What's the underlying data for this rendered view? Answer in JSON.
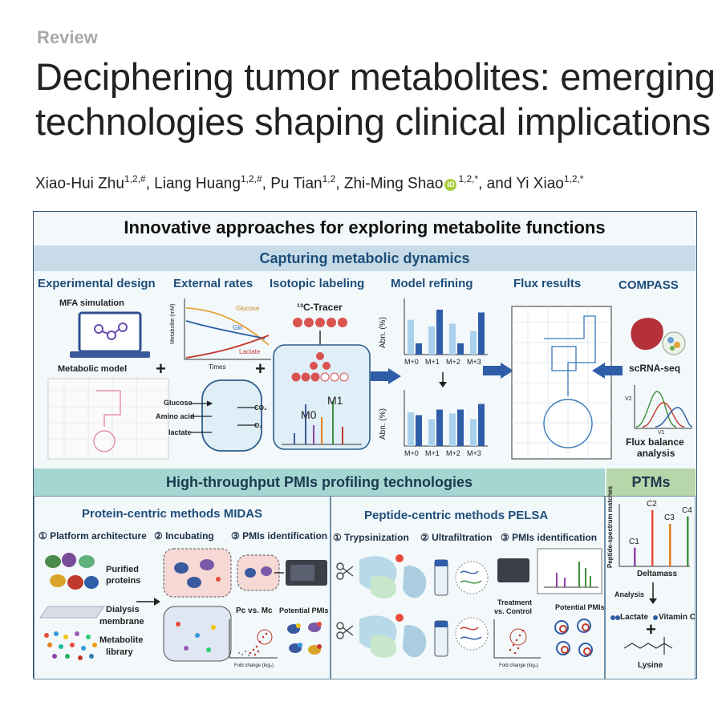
{
  "article": {
    "kind": "Review",
    "title_line1": "Deciphering tumor metabolites: emerging",
    "title_line2": "technologies shaping clinical implications",
    "authors": [
      {
        "name": "Xiao-Hui Zhu",
        "sup": "1,2,#",
        "sep": ", "
      },
      {
        "name": "Liang Huang",
        "sup": "1,2,#",
        "sep": ", "
      },
      {
        "name": "Pu Tian",
        "sup": "1,2",
        "sep": ", "
      },
      {
        "name": "Zhi-Ming Shao",
        "sup": "1,2,*",
        "sep": ", and ",
        "orcid": true
      },
      {
        "name": "Yi Xiao",
        "sup": "1,2,*",
        "sep": ""
      }
    ],
    "orcid_icon": "iD"
  },
  "figure": {
    "main_title": "Innovative approaches for exploring metabolite functions",
    "dynamics": {
      "band": "Capturing metabolic dynamics",
      "col_experimental": "Experimental design",
      "col_external": "External rates",
      "col_isotopic": "Isotopic labeling",
      "col_model": "Model refining",
      "col_flux": "Flux results",
      "col_compass": "COMPASS",
      "mfa_simulation": "MFA simulation",
      "metabolic_model": "Metabolic model",
      "rates_chart": {
        "ylabel": "Metabolite (mM)",
        "xlabel": "Times",
        "series": [
          "Glucose",
          "Gln",
          "Lactate"
        ],
        "colors": [
          "#e6a23c",
          "#2a5fa8",
          "#c0392b"
        ]
      },
      "cell_inputs": [
        "Glucose",
        "Amino acid",
        "lactate"
      ],
      "cell_outputs": [
        "CO₂",
        "O₂"
      ],
      "tracer_label": "¹³C-Tracer",
      "mass_peaks": [
        "M0",
        "M1"
      ],
      "model_chart": {
        "type": "bar",
        "ylabel": "Abn. (%)",
        "categories": [
          "M+0",
          "M+1",
          "M+2",
          "M+3"
        ],
        "before": {
          "light": [
            62,
            50,
            55,
            42
          ],
          "dark": [
            20,
            80,
            20,
            75
          ]
        },
        "after": {
          "light": [
            60,
            48,
            58,
            48
          ],
          "dark": [
            55,
            65,
            65,
            75
          ]
        },
        "colors": {
          "light": "#a9d1ee",
          "dark": "#2f5da8"
        }
      },
      "scrna": "scRNA-seq",
      "fba_axes": [
        "V2",
        "V1"
      ],
      "fba_label_1": "Flux balance",
      "fba_label_2": "analysis"
    },
    "pmi": {
      "band": "High-throughput PMIs profiling technologies",
      "midas": {
        "title": "Protein-centric methods MIDAS",
        "step1": "① Platform architecture",
        "step2": "② Incubating",
        "step3": "③ PMIs identification",
        "purified_1": "Purified",
        "purified_2": "proteins",
        "dialysis_1": "Dialysis",
        "dialysis_2": "membrane",
        "metabolite_1": "Metabolite",
        "metabolite_2": "library",
        "pc_vs_mc": "Pc vs. Mc",
        "potential": "Potential PMIs",
        "volcano_x": "Fold change (log₂)"
      },
      "pelsa": {
        "title": "Peptide-centric methods PELSA",
        "step1": "① Trypsinization",
        "step2": "② Ultrafiltration",
        "step3": "③ PMIs identification",
        "treatment_1": "Treatment",
        "treatment_2": "vs. Control",
        "potential": "Potential PMIs",
        "volcano_x": "Fold change (log₂)"
      }
    },
    "ptms": {
      "band": "PTMs",
      "chart": {
        "type": "bar",
        "ylabel": "Peptide-spectrum matches",
        "xlabel": "Deltamass",
        "categories": [
          "C1",
          "C2",
          "C3",
          "C4"
        ],
        "values": [
          30,
          90,
          68,
          80
        ],
        "colors": [
          "#8e44ad",
          "#e74c3c",
          "#e67e22",
          "#3f8f3f"
        ]
      },
      "analysis": "Analysis",
      "lactate": "Lactate",
      "vitamin_c": "Vitamin C",
      "lysine": "Lysine"
    }
  }
}
